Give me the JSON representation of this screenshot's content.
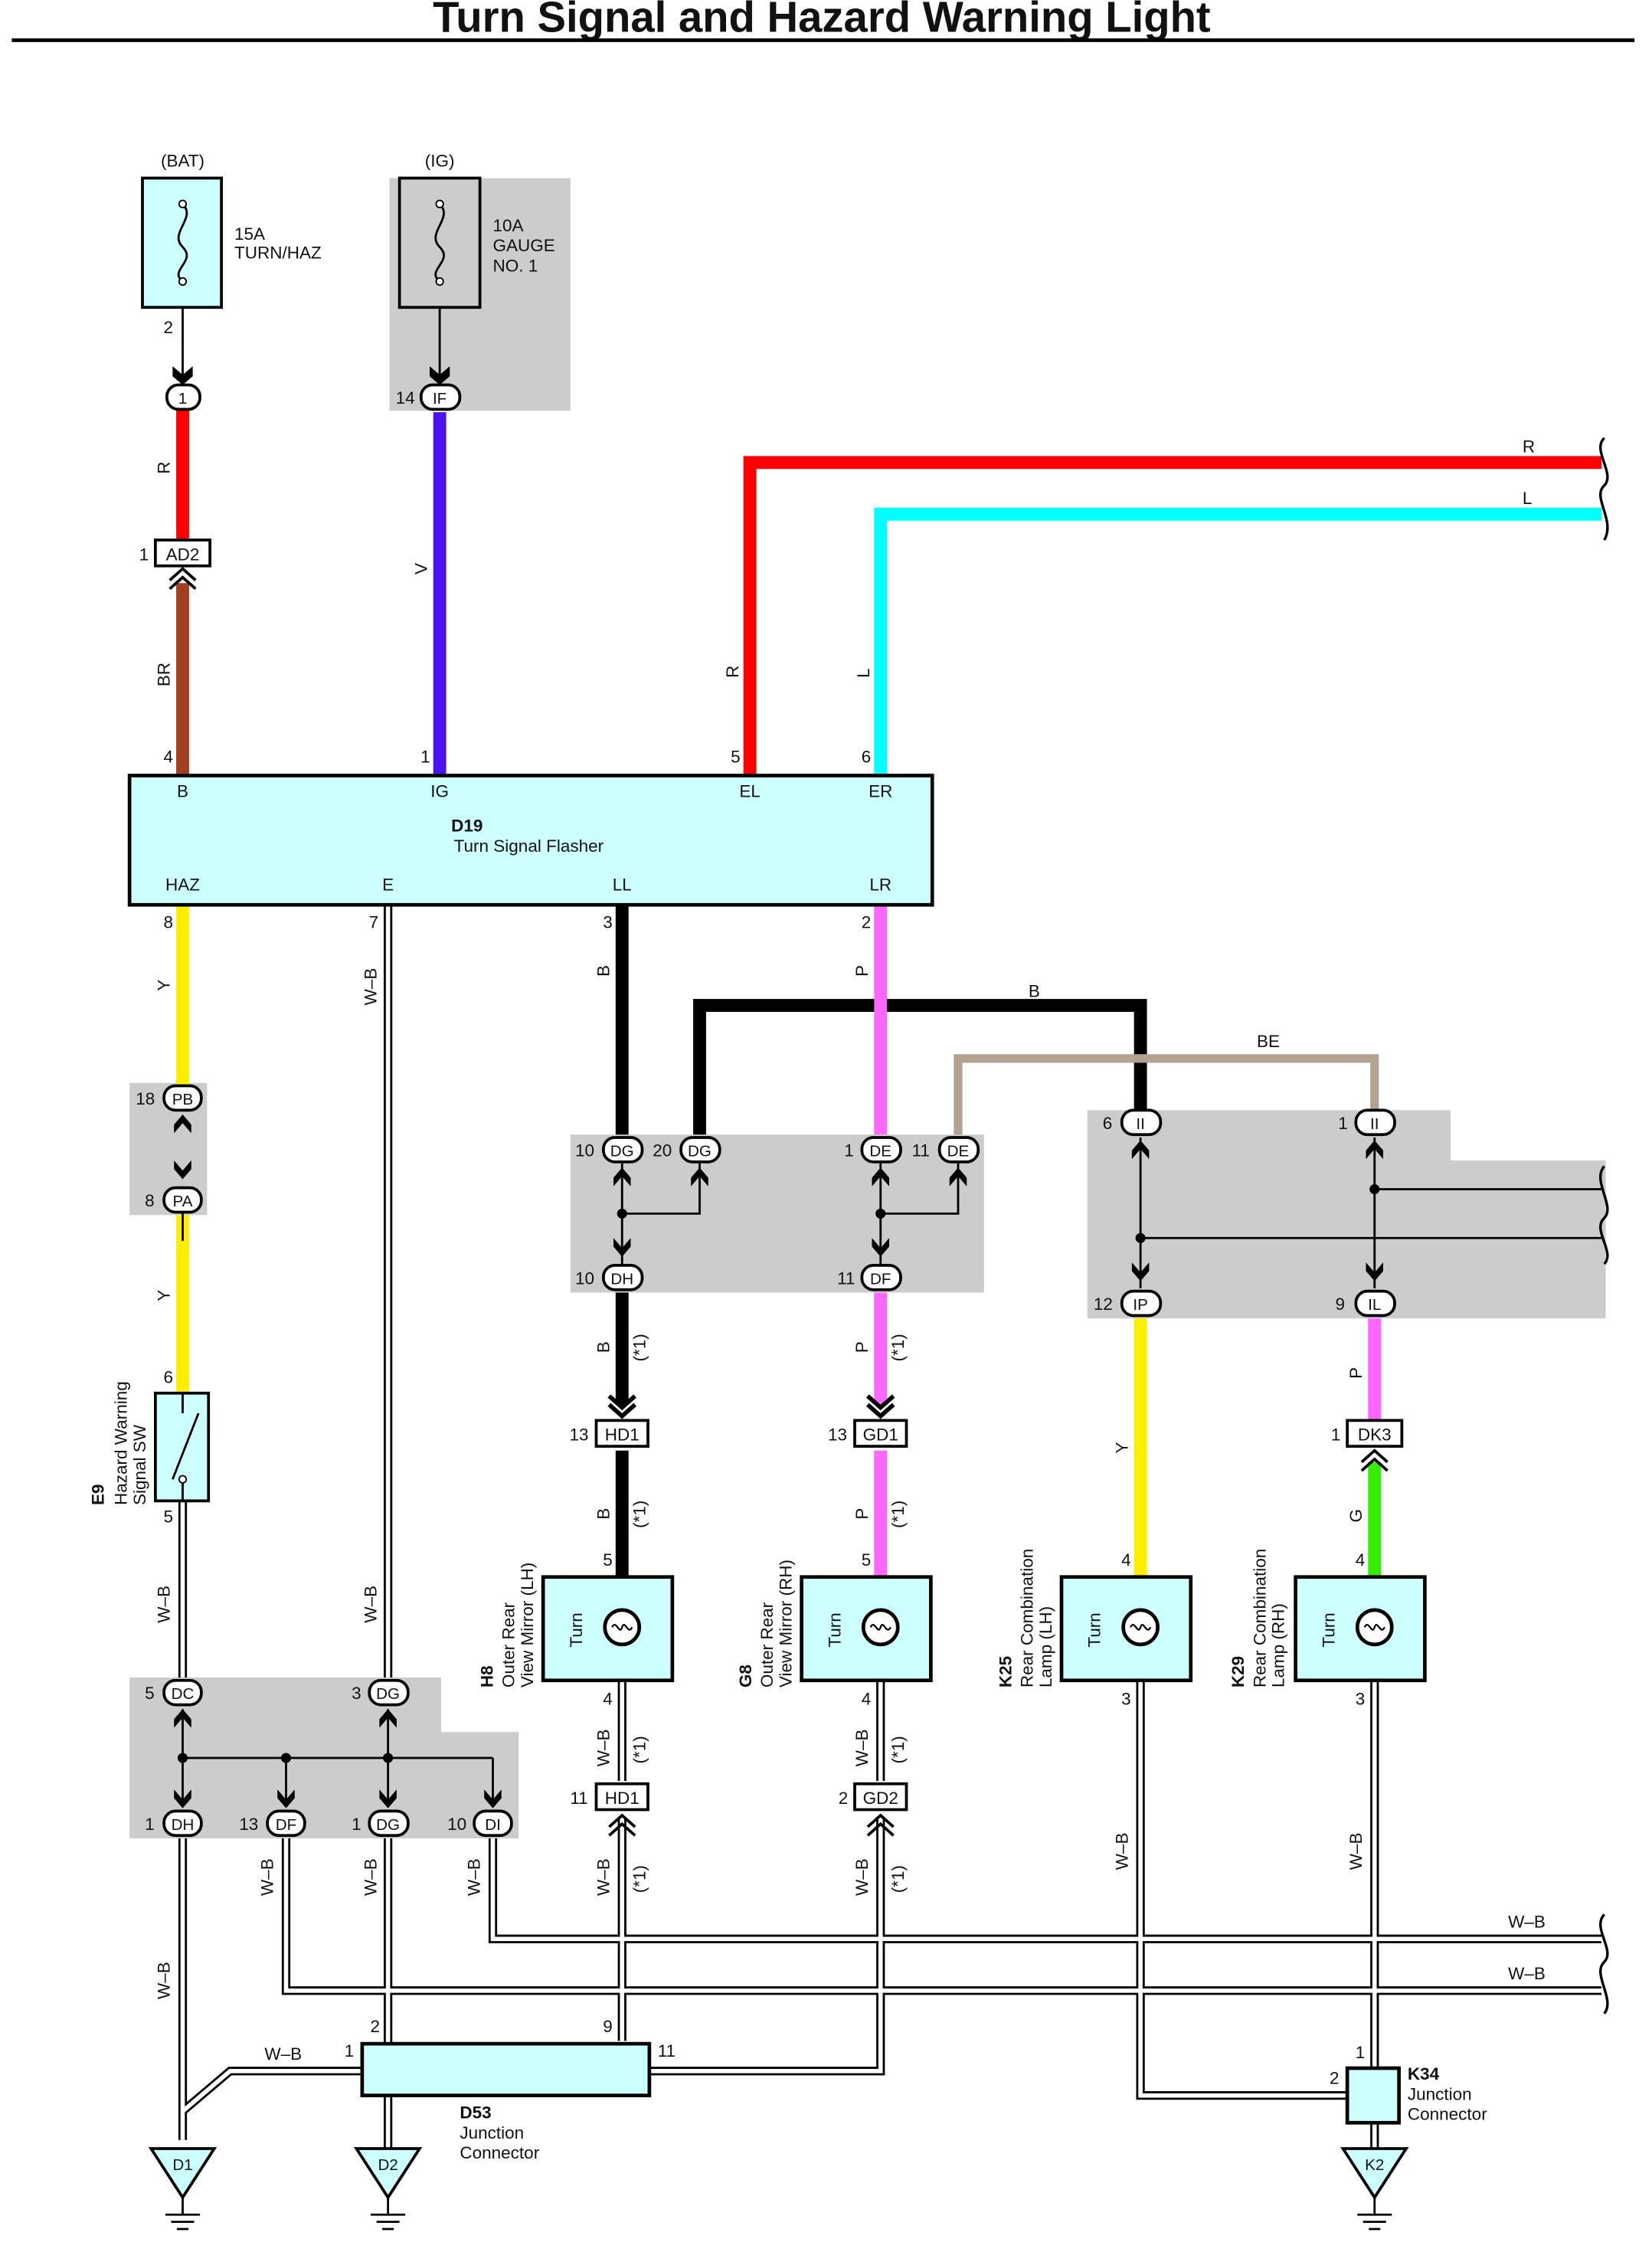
{
  "title": "Turn Signal and Hazard Warning Light",
  "colors": {
    "red": "#ff0000",
    "cyan": "#00ffff",
    "violet": "#4a14ee",
    "brown": "#a0401e",
    "yellow": "#ffee00",
    "black": "#000000",
    "pink": "#ff66ff",
    "beige": "#b3a291",
    "green": "#33ee00",
    "wb": "#ffffff",
    "box_fill": "#ccffff",
    "shade": "#cccccc"
  },
  "supplies": {
    "bat": "(BAT)",
    "ig": "(IG)",
    "fuse1_amp": "15A",
    "fuse1_name": "TURN/HAZ",
    "fuse2_amp": "10A",
    "fuse2_name1": "GAUGE",
    "fuse2_name2": "NO. 1"
  },
  "flasher": {
    "code": "D19",
    "name": "Turn Signal Flasher",
    "pins_top": [
      "B",
      "IG",
      "EL",
      "ER"
    ],
    "pins_bottom": [
      "HAZ",
      "E",
      "LL",
      "LR"
    ]
  },
  "wires": {
    "R": "R",
    "L": "L",
    "V": "V",
    "BR": "BR",
    "Y": "Y",
    "WB": "W–B",
    "B": "B",
    "P": "P",
    "BE": "BE",
    "G": "G",
    "star1": "(*1)"
  },
  "pins": {
    "p2": "2",
    "p1": "1",
    "p14": "14",
    "p4": "4",
    "p5": "5",
    "p6": "6",
    "p8": "8",
    "p7": "7",
    "p3": "3",
    "p18": "18",
    "p10": "10",
    "p20": "20",
    "p11": "11",
    "p12": "12",
    "p9": "9",
    "p13": "13"
  },
  "connectors": {
    "c1": "1",
    "IF": "IF",
    "AD2": "AD2",
    "PB": "PB",
    "PA": "PA",
    "DG": "DG",
    "DE": "DE",
    "DH": "DH",
    "DF": "DF",
    "II": "II",
    "IP": "IP",
    "IL": "IL",
    "HD1": "HD1",
    "GD1": "GD1",
    "DK3": "DK3",
    "DC": "DC",
    "DI": "DI",
    "GD2": "GD2"
  },
  "components": {
    "e9_code": "E9",
    "e9_l1": "Hazard Warning",
    "e9_l2": "Signal SW",
    "h8_code": "H8",
    "h8_l1": "Outer Rear",
    "h8_l2": "View Mirror (LH)",
    "g8_code": "G8",
    "g8_l1": "Outer Rear",
    "g8_l2": "View Mirror (RH)",
    "k25_code": "K25",
    "k25_l1": "Rear Combination",
    "k25_l2": "Lamp (LH)",
    "k29_code": "K29",
    "k29_l1": "Rear Combination",
    "k29_l2": "Lamp (RH)",
    "turn": "Turn",
    "d53_code": "D53",
    "d53_l1": "Junction",
    "d53_l2": "Connector",
    "k34_code": "K34",
    "k34_l1": "Junction",
    "k34_l2": "Connector",
    "d1": "D1",
    "d2": "D2",
    "k2": "K2"
  }
}
